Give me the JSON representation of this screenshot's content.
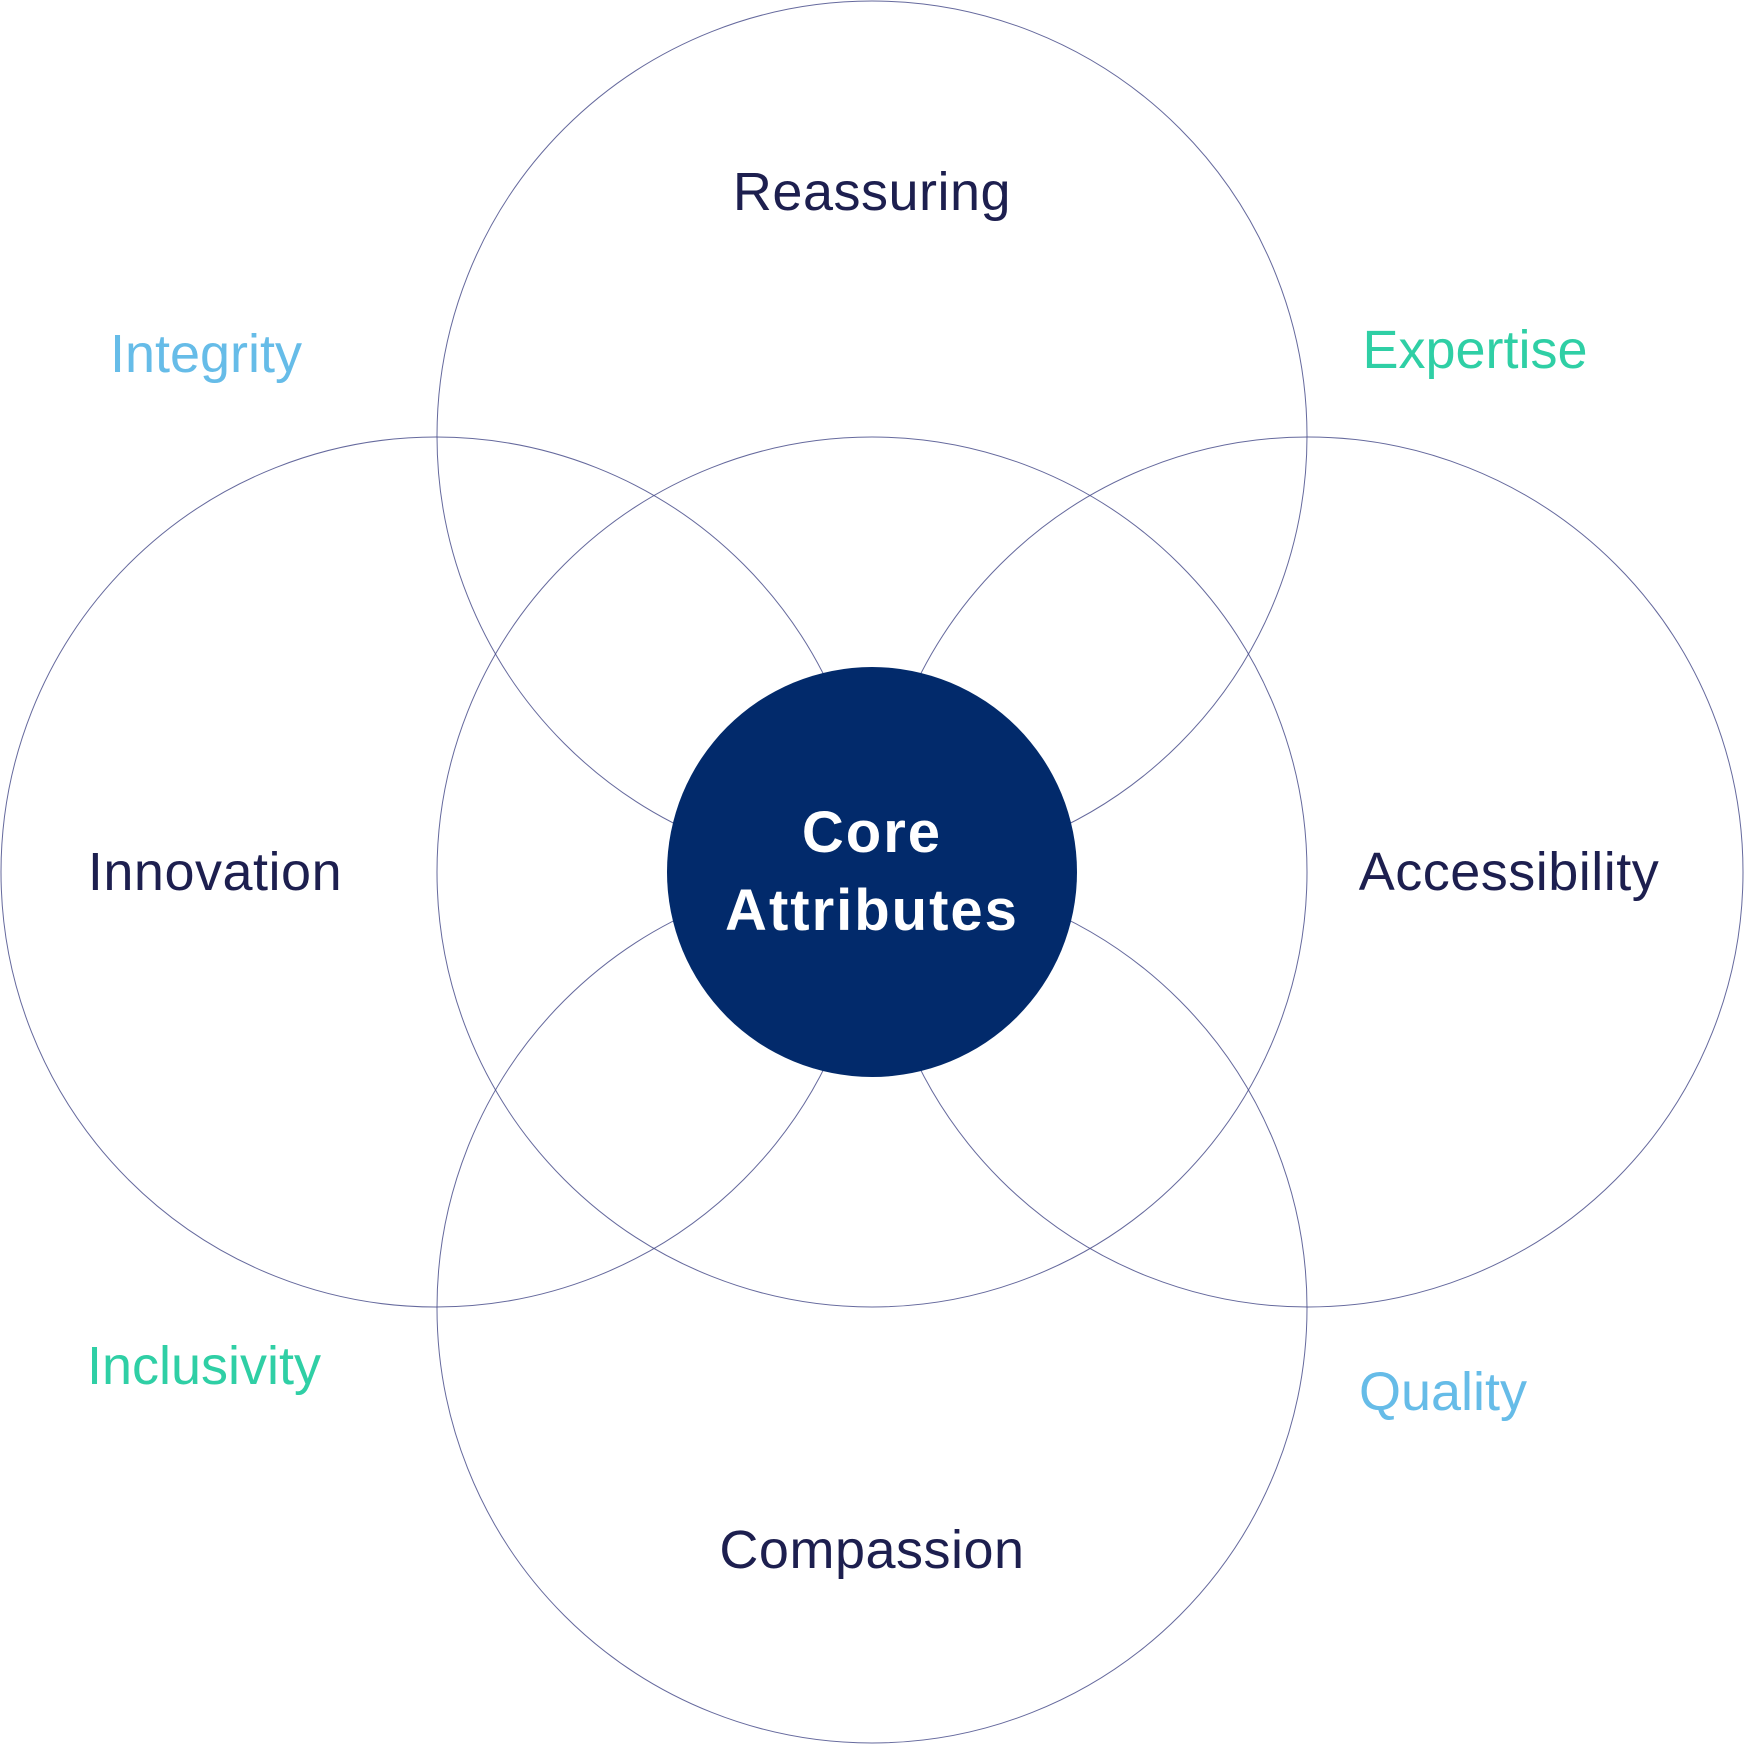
{
  "core": {
    "line1": "Core",
    "line2": "Attributes"
  },
  "circles": {
    "top": "Reassuring",
    "left": "Innovation",
    "right": "Accessibility",
    "bottom": "Compassion"
  },
  "corners": {
    "top_left": "Integrity",
    "top_right": "Expertise",
    "bottom_left": "Inclusivity",
    "bottom_right": "Quality"
  },
  "colors": {
    "core_fill": "#022a6b",
    "ring_stroke": "#4a4f8c",
    "primary_text": "#1d1f4f",
    "accent_blue": "#66bce8",
    "accent_green": "#2fcfa5"
  }
}
